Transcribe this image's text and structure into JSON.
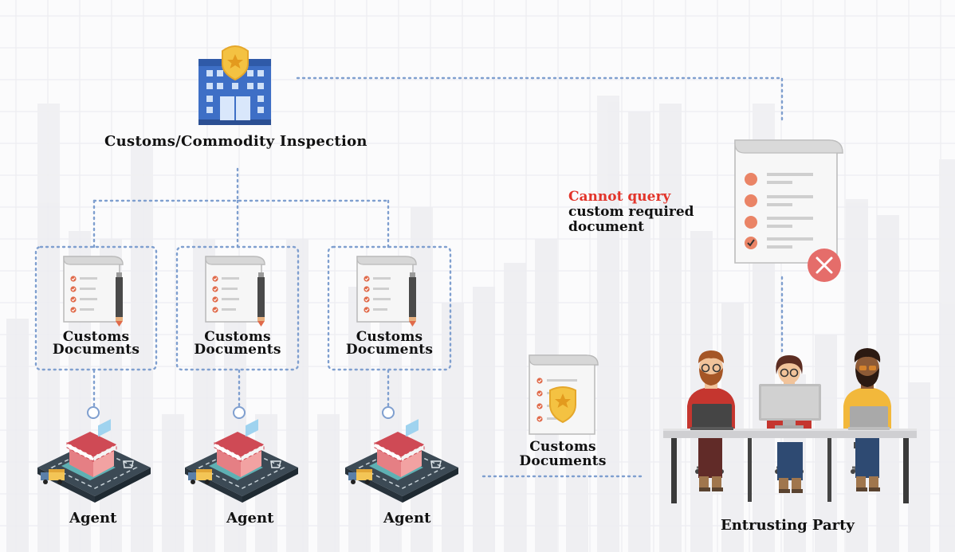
{
  "customs_office": {
    "label": "Customs/Commodity Inspection"
  },
  "agents": [
    {
      "doc_label_1": "Customs",
      "doc_label_2": "Documents",
      "agent_label": "Agent"
    },
    {
      "doc_label_1": "Customs",
      "doc_label_2": "Documents",
      "agent_label": "Agent"
    },
    {
      "doc_label_1": "Customs",
      "doc_label_2": "Documents",
      "agent_label": "Agent"
    }
  ],
  "transfer_doc": {
    "label_1": "Customs",
    "label_2": "Documents"
  },
  "warning": {
    "line_1": "Cannot query",
    "line_2": "custom required",
    "line_3": "document"
  },
  "entrusting_party": {
    "label": "Entrusting Party"
  },
  "colors": {
    "connector": "#7f9fcf",
    "building": "#3e6fc6",
    "badge": "#f4c242",
    "error": "#e04b44",
    "warn_text": "#e2342a"
  }
}
